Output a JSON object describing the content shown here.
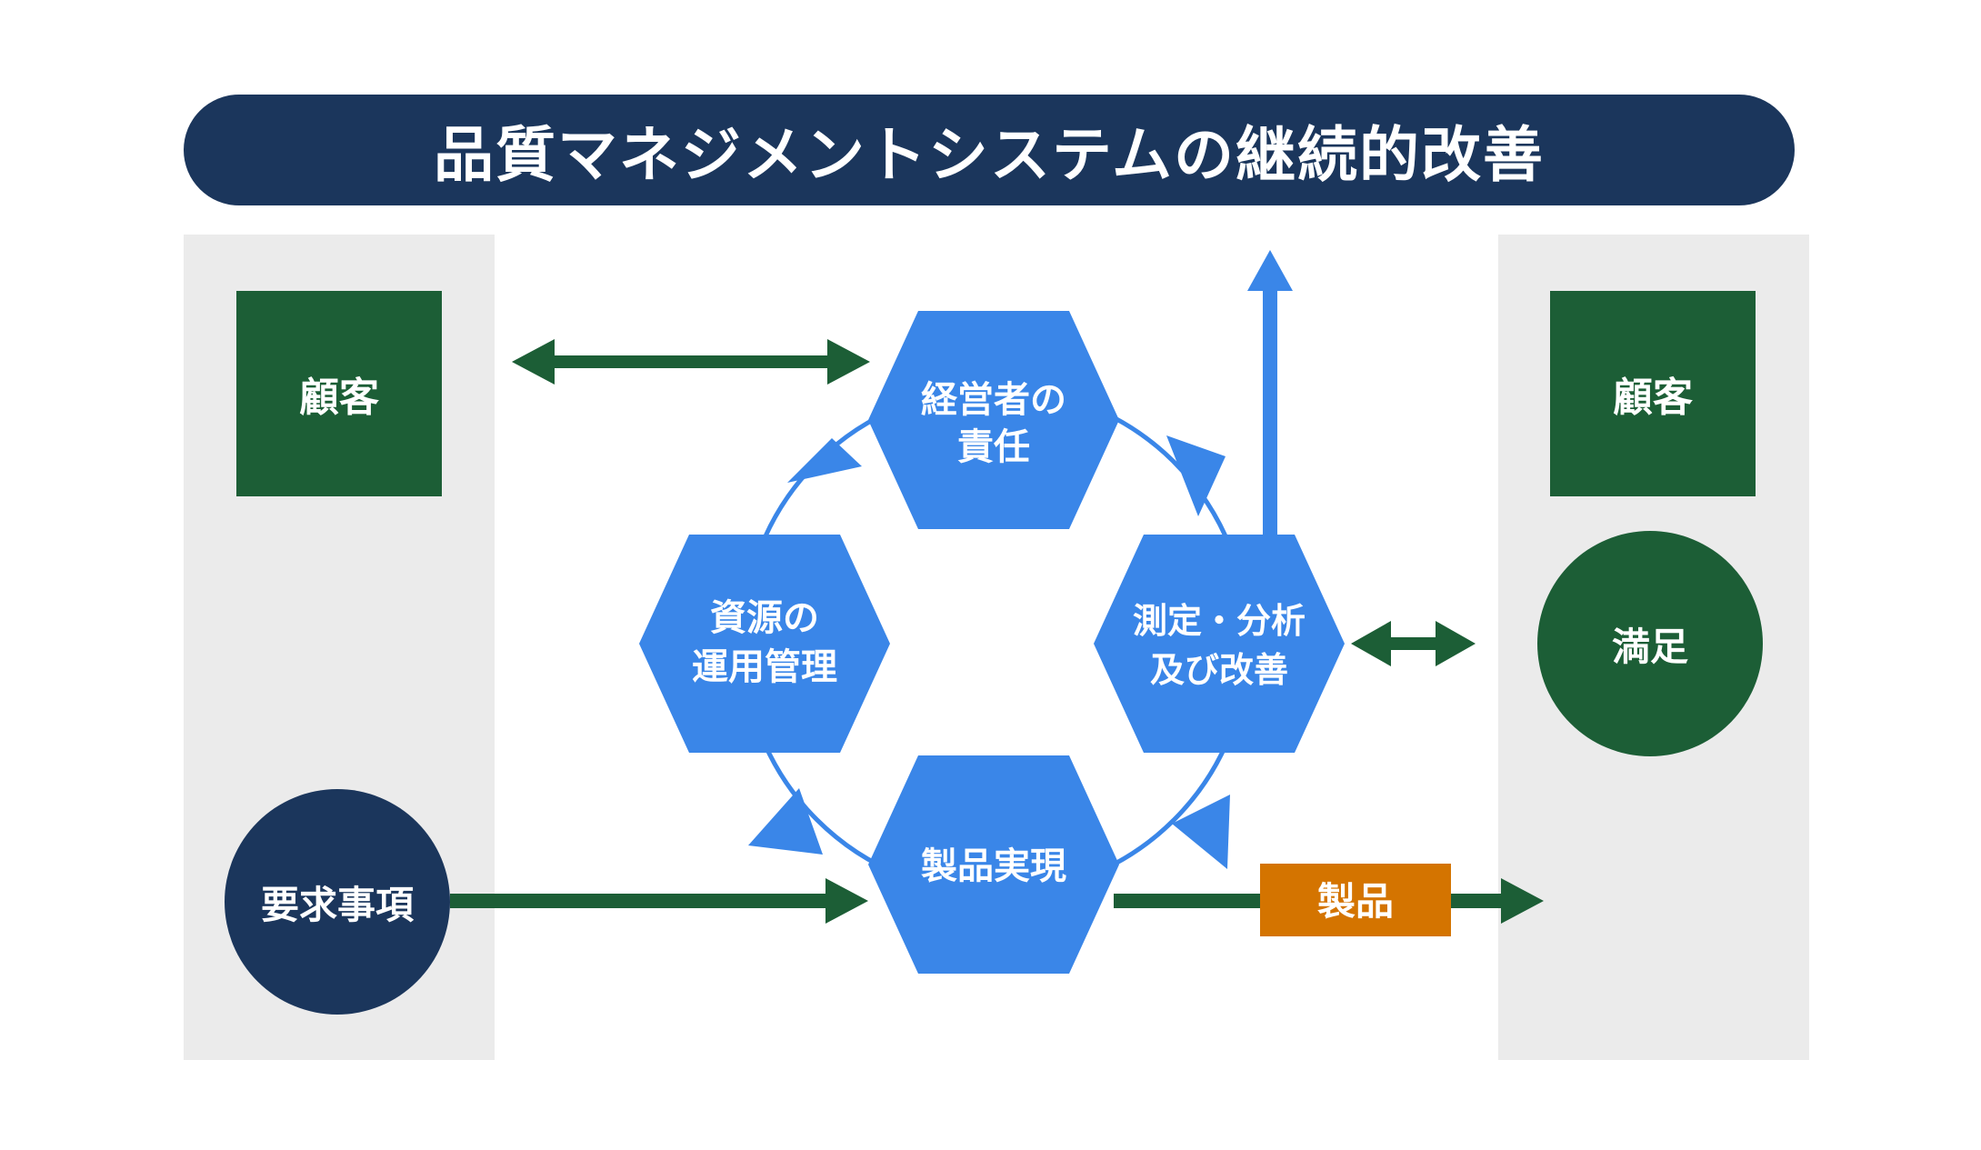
{
  "title": "品質マネジメントシステムの継続的改善",
  "left_panel": {
    "customer_label": "顧客",
    "requirements_label": "要求事項"
  },
  "right_panel": {
    "customer_label": "顧客",
    "satisfaction_label": "満足"
  },
  "cycle": {
    "management": [
      "経営者の",
      "責任"
    ],
    "resources": [
      "資源の",
      "運用管理"
    ],
    "measurement": [
      "測定・分析",
      "及び改善"
    ],
    "realization": [
      "製品実現"
    ]
  },
  "product_label": "製品",
  "colors": {
    "navy": "#1b365c",
    "green": "#1c5e36",
    "blue": "#3a86e8",
    "orange": "#d47400",
    "panel": "#ebebeb"
  }
}
